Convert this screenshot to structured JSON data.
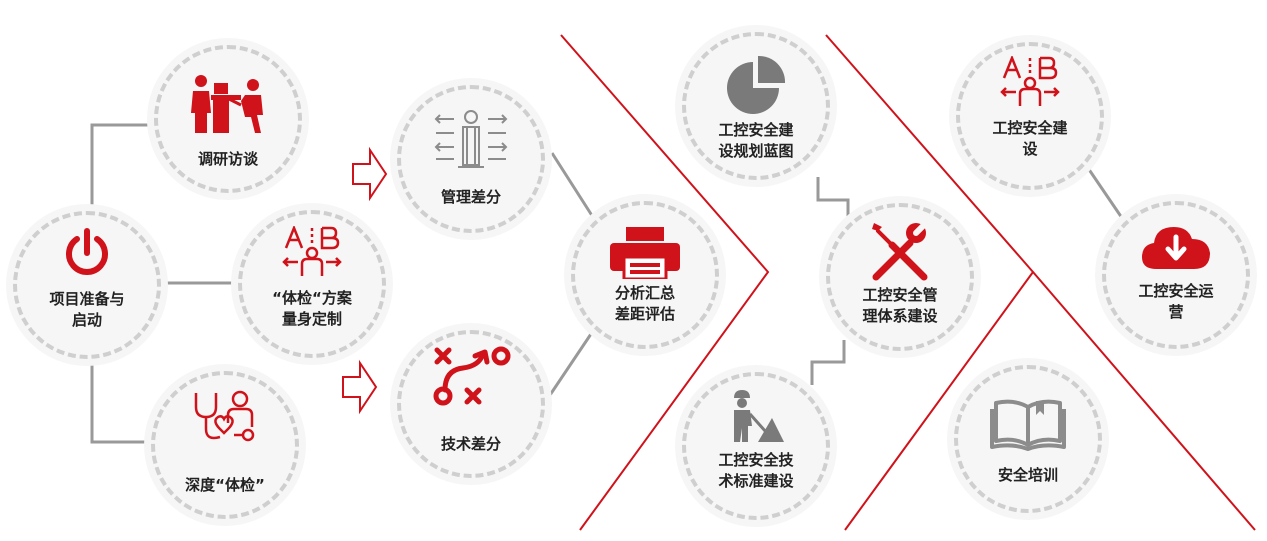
{
  "colors": {
    "accent": "#d0121b",
    "gray_icon": "#808080",
    "connector": "#999999",
    "ring": "#cfcfcf",
    "bg": "#f6f6f6"
  },
  "nodes": {
    "project_start": {
      "icon": "power-icon",
      "line1": "项目准备与",
      "line2": "启动"
    },
    "research_interview": {
      "icon": "interview-icon",
      "line1": "调研访谈"
    },
    "custom_plan": {
      "icon": "ab-test-icon",
      "line1": "“体检“方案",
      "line2": "量身定制"
    },
    "deep_checkup": {
      "icon": "stethoscope-doctor-icon",
      "line1": "深度“体检”"
    },
    "management_gap": {
      "icon": "person-measure-icon",
      "line1": "管理差分"
    },
    "technical_gap": {
      "icon": "strategy-icon",
      "line1": "技术差分"
    },
    "gap_analysis": {
      "icon": "printer-icon",
      "line1": "分析汇总",
      "line2": "差距评估"
    },
    "blueprint": {
      "icon": "pie-chart-icon",
      "line1": "工控安全建",
      "line2": "设规划蓝图"
    },
    "management_system": {
      "icon": "tools-icon",
      "line1": "工控安全管",
      "line2": "理体系建设"
    },
    "tech_standard": {
      "icon": "worker-icon",
      "line1": "工控安全技",
      "line2": "术标准建设"
    },
    "ics_construction": {
      "icon": "ab-test-icon",
      "line1": "工控安全建",
      "line2": "设"
    },
    "ics_operation": {
      "icon": "cloud-download-icon",
      "line1": "工控安全运",
      "line2": "营"
    },
    "security_training": {
      "icon": "book-icon",
      "line1": "安全培训"
    }
  }
}
